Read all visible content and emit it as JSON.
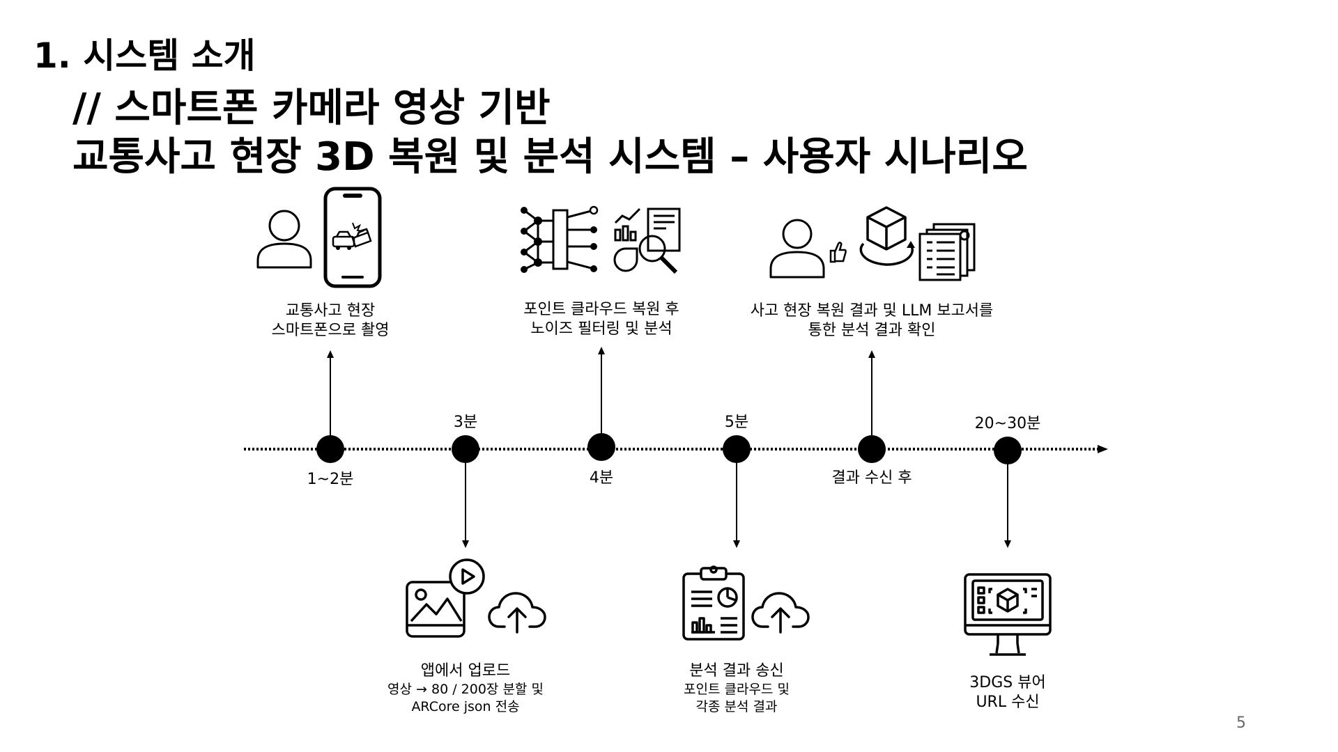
{
  "header": {
    "section_title": "1. 시스템 소개",
    "subtitle_line1": "// 스마트폰 카메라 영상 기반",
    "subtitle_line2": "교통사고 현장 3D 복원 및 분석 시스템 – 사용자 시나리오"
  },
  "steps": [
    {
      "time": "1~2분",
      "label": [
        "교통사고 현장",
        "스마트폰으로 촬영"
      ]
    },
    {
      "time": "3분",
      "title": "앱에서 업로드",
      "detail": [
        "영상 → 80 / 200장 분할 및",
        "ARCore json 전송"
      ]
    },
    {
      "time": "4분",
      "label": [
        "포인트 클라우드 복원 후",
        "노이즈 필터링 및 분석"
      ]
    },
    {
      "time": "5분",
      "title": "분석 결과 송신",
      "detail": [
        "포인트 클라우드 및",
        "각종 분석 결과"
      ]
    },
    {
      "time": "결과 수신 후",
      "label": [
        "사고 현장 복원 결과 및 LLM 보고서를",
        "통한 분석 결과 확인"
      ]
    },
    {
      "time": "20~30분",
      "label": [
        "3DGS 뷰어",
        "URL 수신"
      ]
    }
  ],
  "page_number": "5"
}
